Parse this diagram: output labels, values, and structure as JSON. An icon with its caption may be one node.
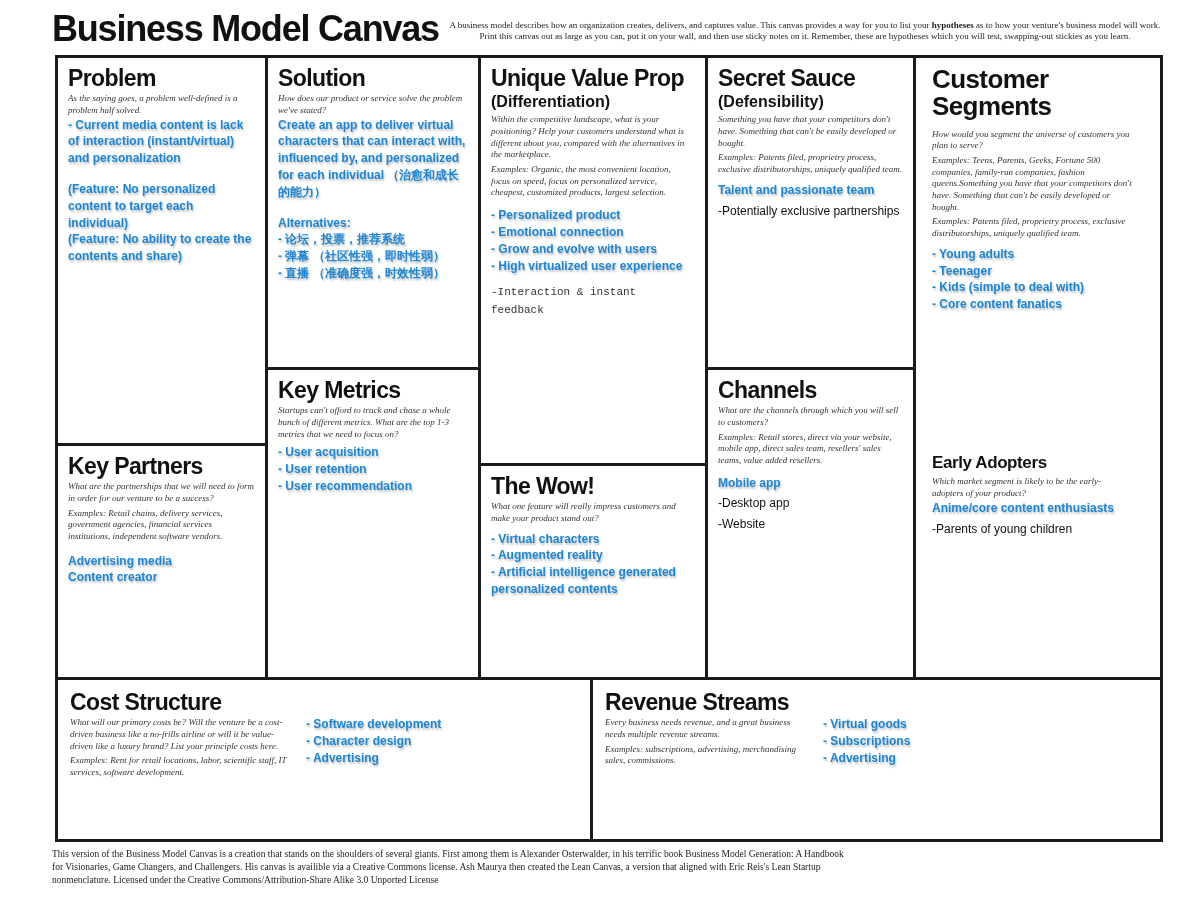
{
  "diagram": {
    "title": "Business Model Canvas",
    "nodes": [
      {
        "text": [
          "Problem",
          "As the saying goes, a problem well-defined is a problem half solved.",
          "- Current media content is lack of interaction (instant/virtual) and personalization",
          "(Feature: No personalized content to target each individual)",
          "(Feature: No ability  to create the contents and share)"
        ]
      },
      {
        "text": [
          "Solution",
          "How does our product or service solve the problem we've stated?",
          "Create an app to deliver virtual characters that can interact with, influenced by, and personalized for each individual （治愈和成长的能力）",
          "Alternatives:",
          "- 论坛，投票，推荐系统",
          "- 弹幕 （社区性强，即时性弱）",
          "- 直播 （准确度强，时效性弱）"
        ]
      },
      {
        "text": [
          "Unique Value Prop",
          "(Differentiation)",
          "Within the competitive landscape, what is your positioning? Help your customers understand what is different about you, compared with the alternatives in the marketplace.",
          "Examples: Organic, the most convenient location, focus on speed, focus on personalized service, cheapest, customized products, largest selection.",
          "- Personalized product",
          "- Emotional connection",
          "- Grow and evolve with users",
          "- High virtualized user experience",
          "-Interaction & instant feedback"
        ]
      },
      {
        "text": [
          "Secret Sauce",
          "(Defensibility)",
          "Something you have that your competitors don't have. Something that can't be easily developed or bought.",
          "Examples: Patents filed, proprietry process, exclusive distributorships, uniquely qualified team.",
          "Talent and passionate team",
          "-Potentially exclusive partnerships"
        ]
      },
      {
        "text": [
          "Customer Segments",
          "How would you segment the universe of customers you plan to serve?",
          "Examples: Teens, Parents, Geeks, Fortune 500 companies, family-run companies, fashion queens.Something you have that your competitors don't have. Something that can't be easily developed or bought.",
          "Examples: Patents filed, proprietry process, exclusive distributorships, uniquely qualified team.",
          "- Young adults",
          "- Teenager",
          "- Kids (simple to deal with)",
          "- Core content fanatics",
          "Early Adopters",
          "Which market segment is likely to be the early-adopters of your product?",
          "Anime/core content enthusiasts",
          "-Parents of young children"
        ]
      },
      {
        "text": [
          "Key Metrics",
          "Startups can't afford to track and chase a whole bunch of different metrics. What are the top 1-3 metrics that we need to focus on?",
          "- User acquisition",
          "- User retention",
          "- User recommendation"
        ]
      },
      {
        "text": [
          "Channels",
          "What are the channels through which you will sell to customers?",
          "Examples: Retail stores, direct via your website, mobile app, direct sales team, resellers' sales teams, value added resellers.",
          "Mobile app",
          "-Desktop app",
          "-Website"
        ]
      },
      {
        "text": [
          "Key Partners",
          "What are the partnerships that we will need to form in order for our venture to be a success?",
          "Examples: Retail chains, delivery services, government agencies, financial services institutions, independent software vendors.",
          "Advertising media",
          "Content creator"
        ]
      },
      {
        "text": [
          "The Wow!",
          "What one feature will really impress customers and make your product stand out?",
          "- Virtual characters",
          "- Augmented reality",
          "- Artificial intelligence generated personalized contents"
        ]
      },
      {
        "text": [
          "Cost Structure",
          "What will our primary costs be? Will the venture be a cost-driven business like a no-frills airline or will it be value-driven like a luxury brand? List your principle costs here.",
          "Examples: Rent for retail locations, labor, scientific staff, IT services, software development.",
          "- Software development",
          "- Character design",
          "- Advertising"
        ]
      },
      {
        "text": [
          "Revenue Streams",
          "Every business needs revenue, and a great business needs multiple revenue streams.",
          "Examples: subscriptions, advertising, merchandising sales, commissions.",
          "- Virtual goods",
          "- Subscriptions",
          "- Advertising"
        ]
      }
    ],
    "labels": [
      "A business model describes how an organization creates, delivers, and captures value. This canvas provides a way for you to list your **hypotheses** as to how your venture's business model will work. Print this canvas out as large as you can, put it on your wall, and then use sticky notes on it. Remember, these are hypotheses which you will test, swapping-out stickies as you learn.",
      "This version of the Business Model Canvas is a creation that stands on the shoulders of several giants. First among them is Alexander Osterwalder, in his terrific book Business Model Generation: A Handbook for Visionaries, Game Changers, and Challengers. His canvas is availible via a Creative Commons license. Ash Maurya then created the Lean Canvas, a version that aligned with Eric Reis's Lean Startup nonmenclature. Licensed under the Creative Commons/Attribution-Share Alike 3.0 Unported License"
    ]
  }
}
